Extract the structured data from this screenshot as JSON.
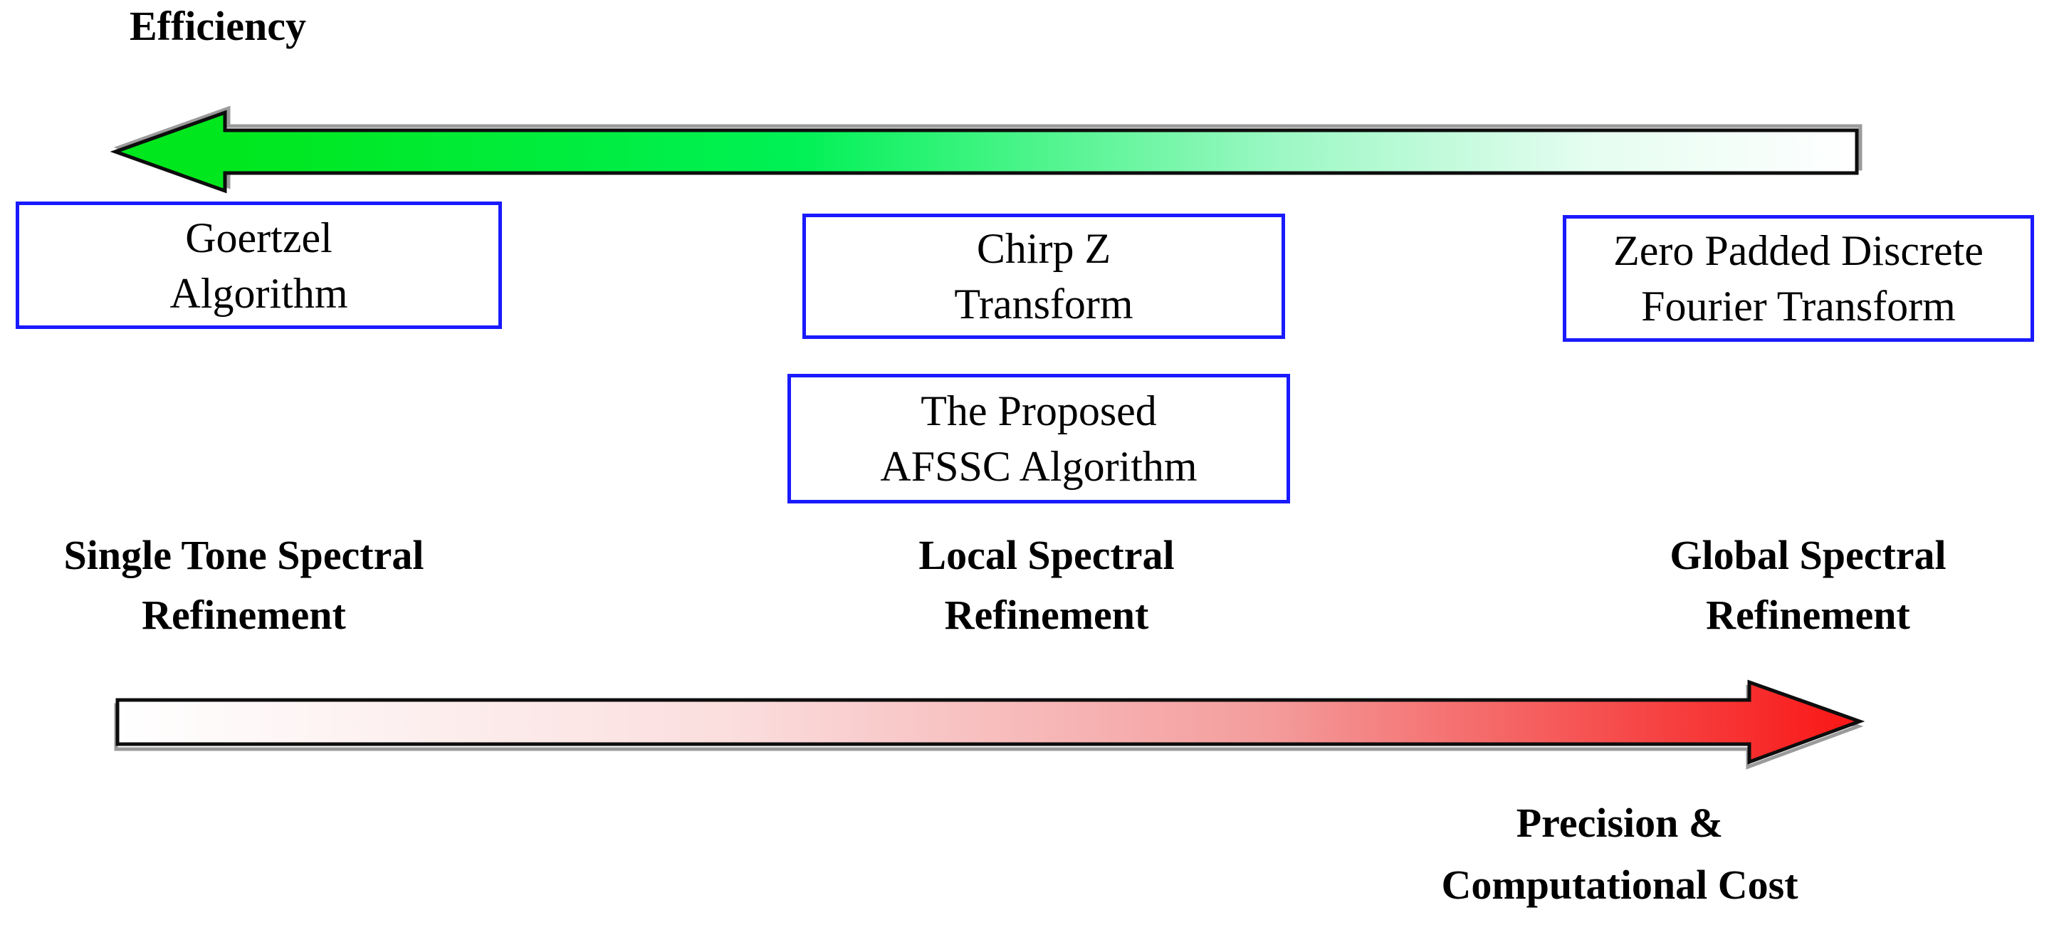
{
  "axes": {
    "efficiency_label": "Efficiency",
    "precision_label_line1": "Precision &",
    "precision_label_line2": "Computational Cost"
  },
  "arrows": {
    "efficiency_arrow_direction": "left",
    "precision_arrow_direction": "right"
  },
  "algorithm_boxes": [
    {
      "line1": "Goertzel",
      "line2": "Algorithm"
    },
    {
      "line1": "Chirp Z",
      "line2": "Transform"
    },
    {
      "line1": "The Proposed",
      "line2": "AFSSC Algorithm"
    },
    {
      "line1": "Zero Padded Discrete",
      "line2": "Fourier Transform"
    }
  ],
  "refinement_labels": [
    {
      "line1": "Single Tone Spectral",
      "line2": "Refinement"
    },
    {
      "line1": "Local Spectral",
      "line2": "Refinement"
    },
    {
      "line1": "Global Spectral",
      "line2": "Refinement"
    }
  ],
  "colors": {
    "box_border": "#1a1aff",
    "text": "#000000",
    "arrow_outline": "#0d0d0d",
    "arrow_shadow": "#9b9b9b",
    "green_start": "#00e71d",
    "green_mid": "#00f155",
    "green_light": "#9df8c5",
    "green_faint": "#e6fdf1",
    "green_end": "#ffffff",
    "red_start": "#ffffff",
    "red_light": "#fbdede",
    "red_mid": "#f49c9c",
    "red_deep": "#f64444",
    "red_end": "#fa1515"
  }
}
